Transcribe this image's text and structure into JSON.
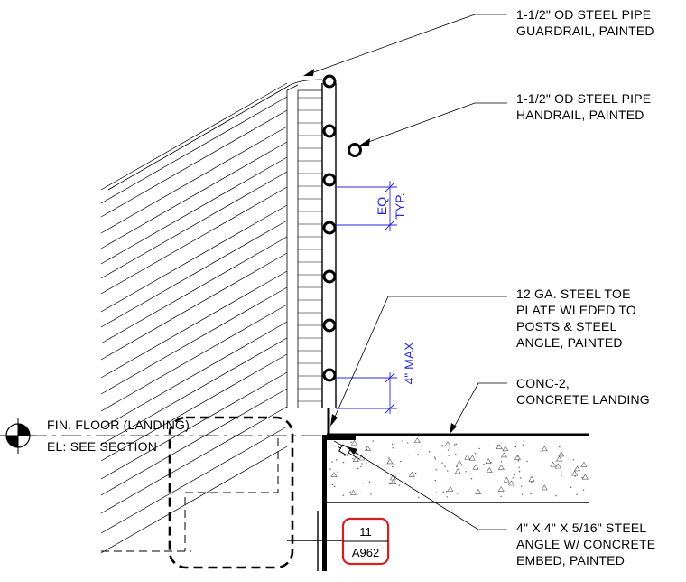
{
  "notes": {
    "guardrail": [
      "1-1/2\" OD STEEL PIPE",
      "GUARDRAIL, PAINTED"
    ],
    "handrail": [
      "1-1/2\" OD STEEL PIPE",
      "HANDRAIL, PAINTED"
    ],
    "toe_plate": [
      "12 GA. STEEL TOE",
      "PLATE WLEDED TO",
      "POSTS & STEEL",
      "ANGLE, PAINTED"
    ],
    "concrete": [
      "CONC-2,",
      "CONCRETE LANDING"
    ],
    "angle": [
      "4\" X 4\" X 5/16\" STEEL",
      "ANGLE W/ CONCRETE",
      "EMBED, PAINTED"
    ]
  },
  "elevation": {
    "line1": "FIN. FLOOR (LANDING)",
    "line2": "EL: SEE SECTION"
  },
  "dimensions": {
    "eq": "EQ",
    "typ": "TYP.",
    "max": "4\" MAX"
  },
  "detail_tag": {
    "number": "11",
    "sheet": "A962"
  },
  "colors": {
    "linework": "#000000",
    "dimension": "#2a2ad8",
    "detail_tag": "#d42020"
  }
}
